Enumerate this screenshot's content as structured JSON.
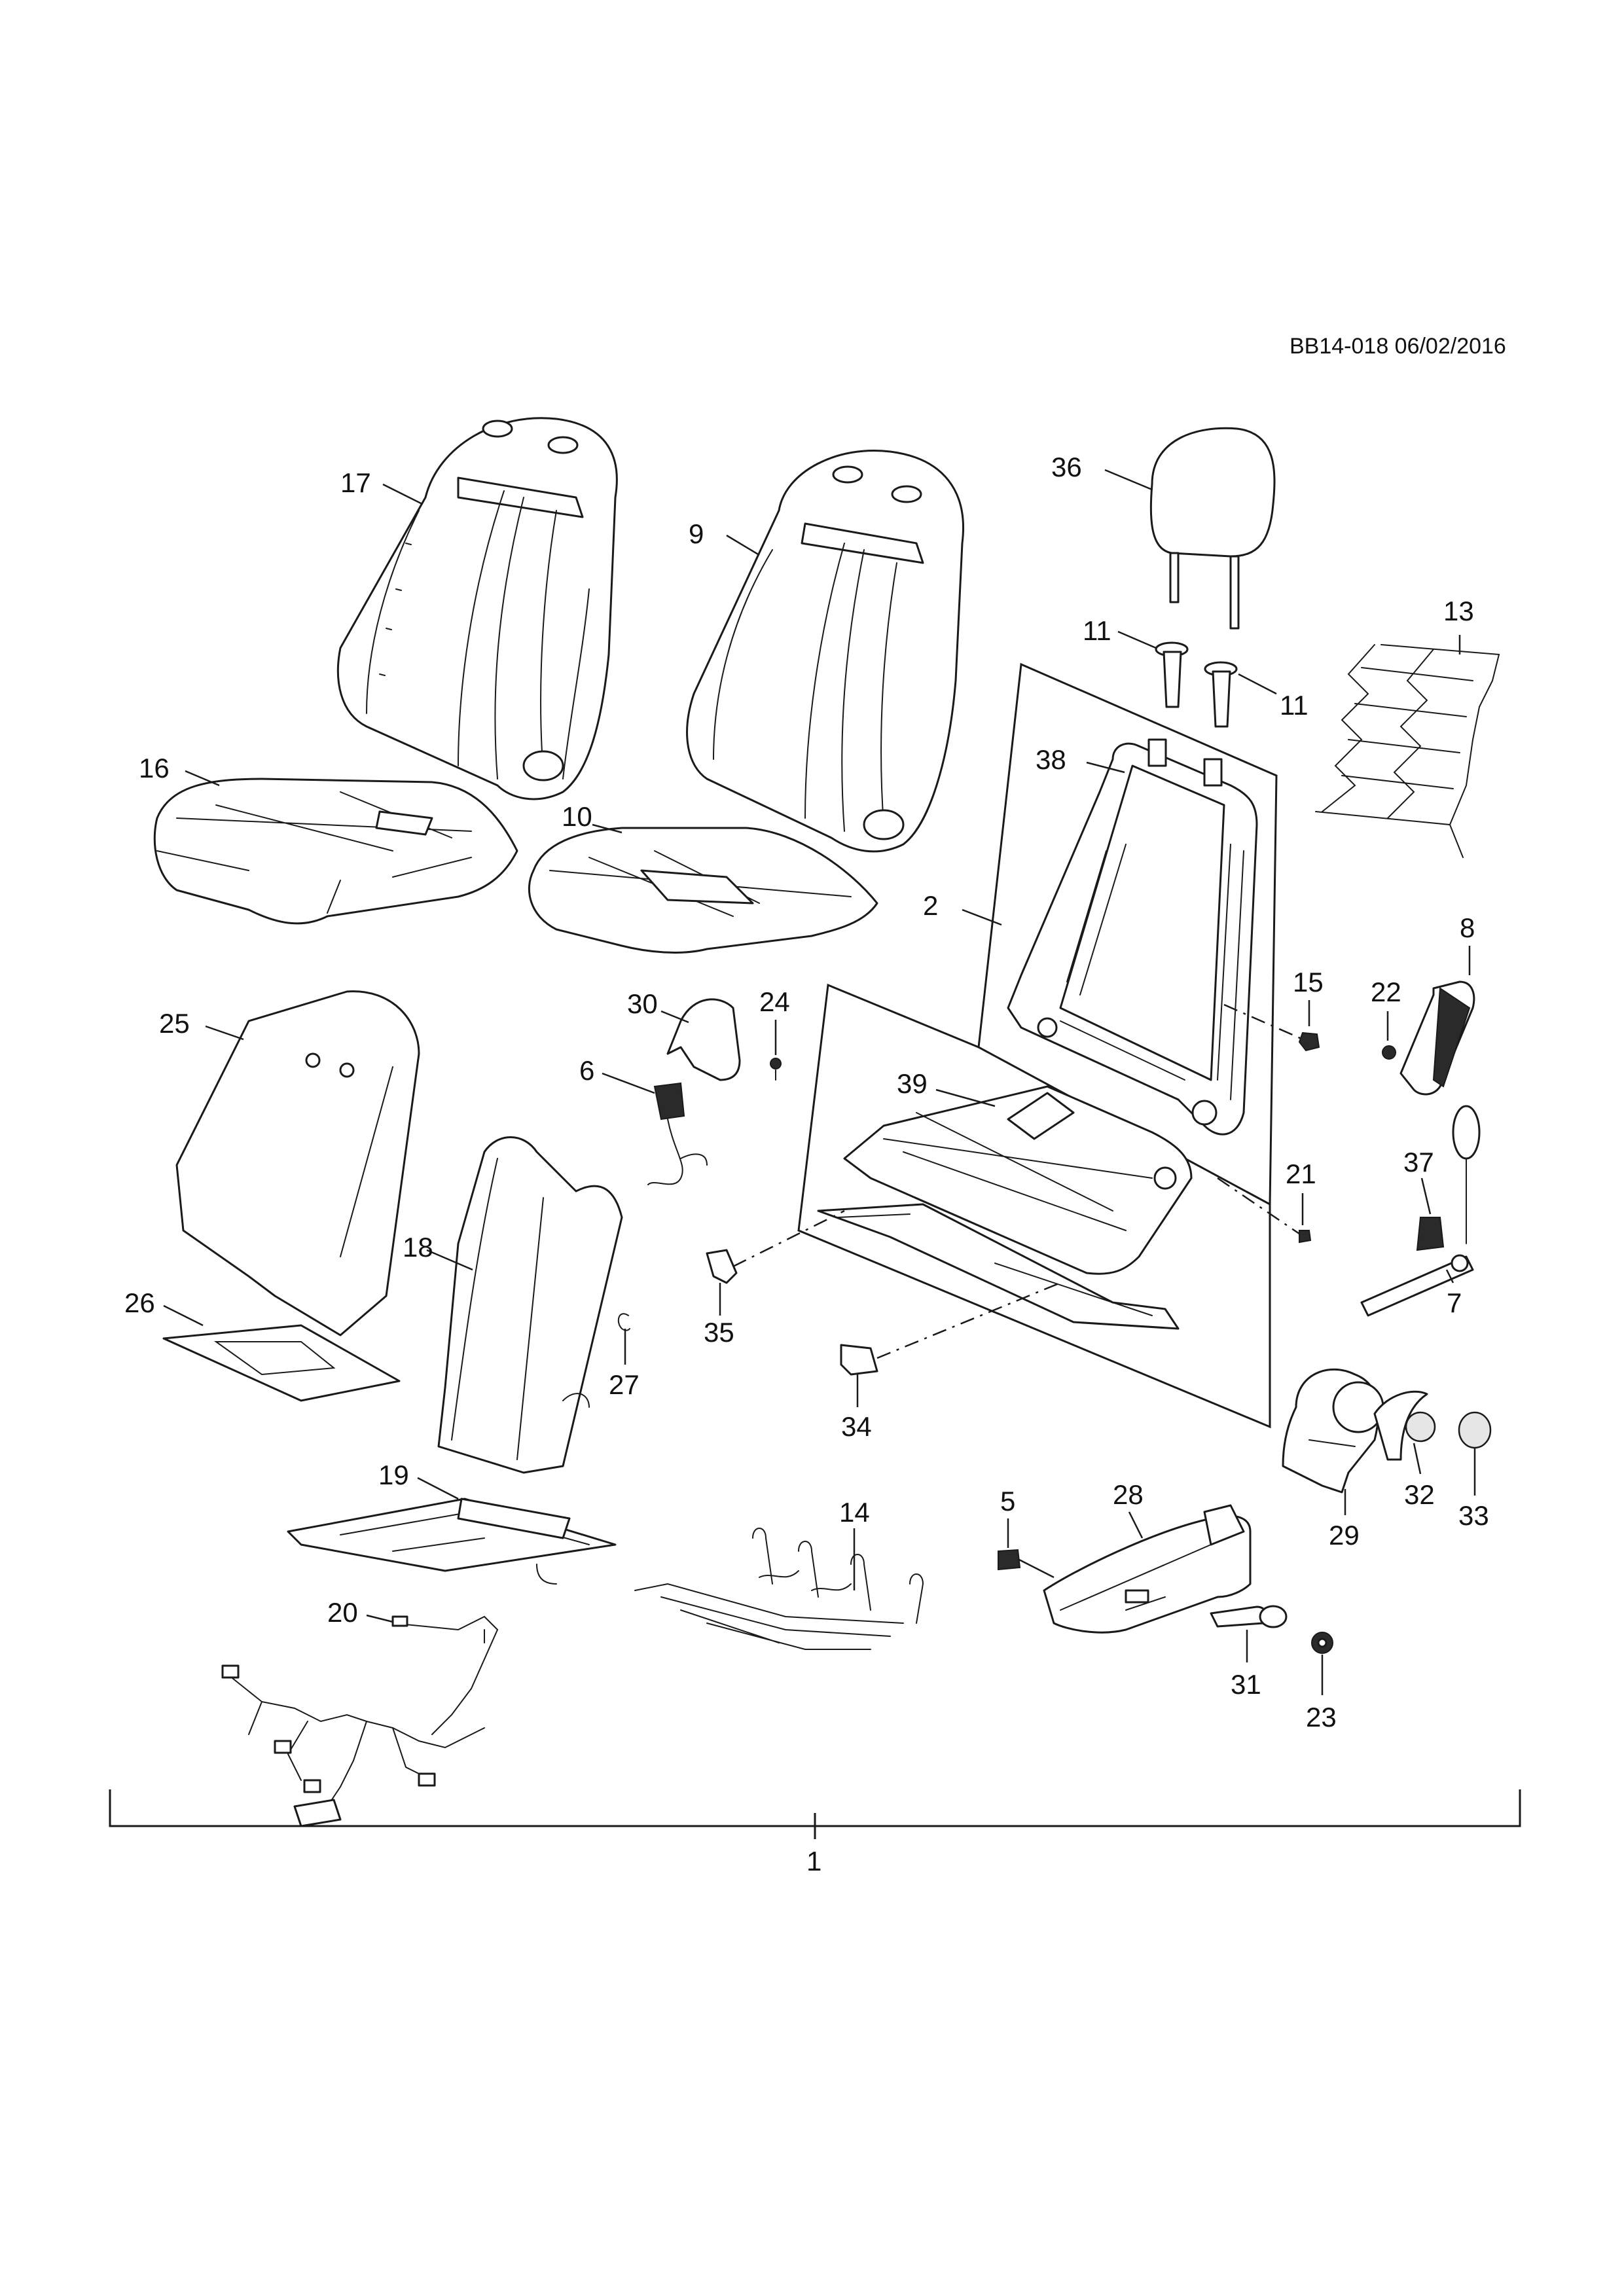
{
  "document_id": "BB14-018 06/02/2016",
  "callouts": [
    {
      "id": "17",
      "label": "17"
    },
    {
      "id": "9",
      "label": "9"
    },
    {
      "id": "36",
      "label": "36"
    },
    {
      "id": "11a",
      "label": "11"
    },
    {
      "id": "11b",
      "label": "11"
    },
    {
      "id": "13",
      "label": "13"
    },
    {
      "id": "16",
      "label": "16"
    },
    {
      "id": "10",
      "label": "10"
    },
    {
      "id": "38",
      "label": "38"
    },
    {
      "id": "2",
      "label": "2"
    },
    {
      "id": "8",
      "label": "8"
    },
    {
      "id": "15",
      "label": "15"
    },
    {
      "id": "22",
      "label": "22"
    },
    {
      "id": "25",
      "label": "25"
    },
    {
      "id": "30",
      "label": "30"
    },
    {
      "id": "24",
      "label": "24"
    },
    {
      "id": "6",
      "label": "6"
    },
    {
      "id": "39",
      "label": "39"
    },
    {
      "id": "21",
      "label": "21"
    },
    {
      "id": "37",
      "label": "37"
    },
    {
      "id": "7",
      "label": "7"
    },
    {
      "id": "18",
      "label": "18"
    },
    {
      "id": "26",
      "label": "26"
    },
    {
      "id": "27",
      "label": "27"
    },
    {
      "id": "35",
      "label": "35"
    },
    {
      "id": "34",
      "label": "34"
    },
    {
      "id": "29",
      "label": "29"
    },
    {
      "id": "32",
      "label": "32"
    },
    {
      "id": "33",
      "label": "33"
    },
    {
      "id": "19",
      "label": "19"
    },
    {
      "id": "14",
      "label": "14"
    },
    {
      "id": "5",
      "label": "5"
    },
    {
      "id": "28",
      "label": "28"
    },
    {
      "id": "31",
      "label": "31"
    },
    {
      "id": "23",
      "label": "23"
    },
    {
      "id": "20",
      "label": "20"
    },
    {
      "id": "1",
      "label": "1"
    }
  ]
}
